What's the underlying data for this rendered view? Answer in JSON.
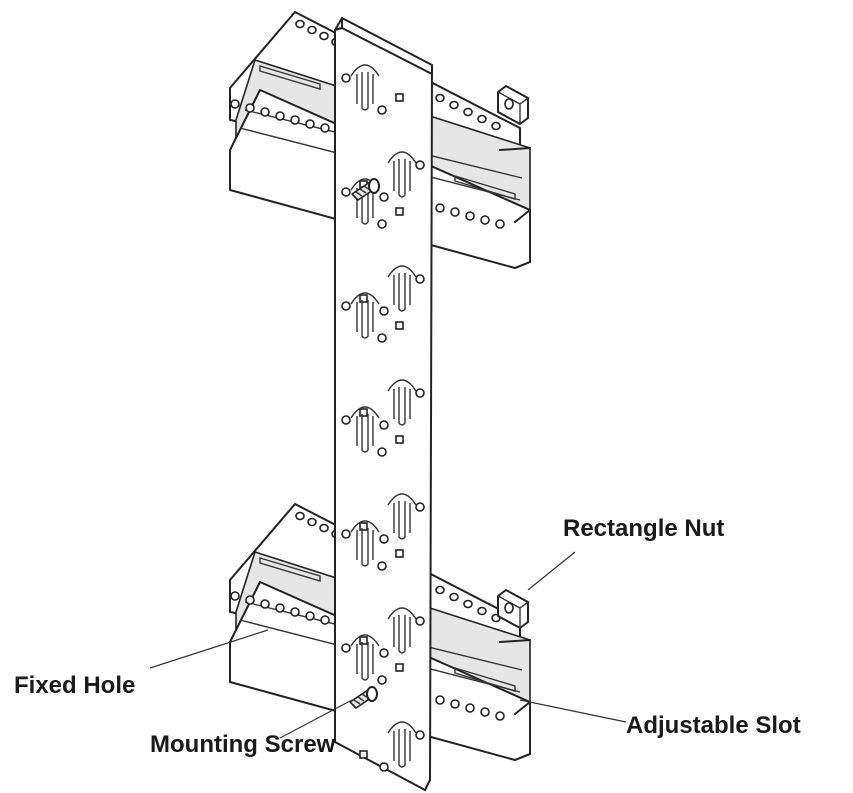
{
  "labels": {
    "rectangle_nut": "Rectangle Nut",
    "fixed_hole": "Fixed Hole",
    "adjustable_slot": "Adjustable Slot",
    "mounting_screw": "Mounting Screw"
  }
}
